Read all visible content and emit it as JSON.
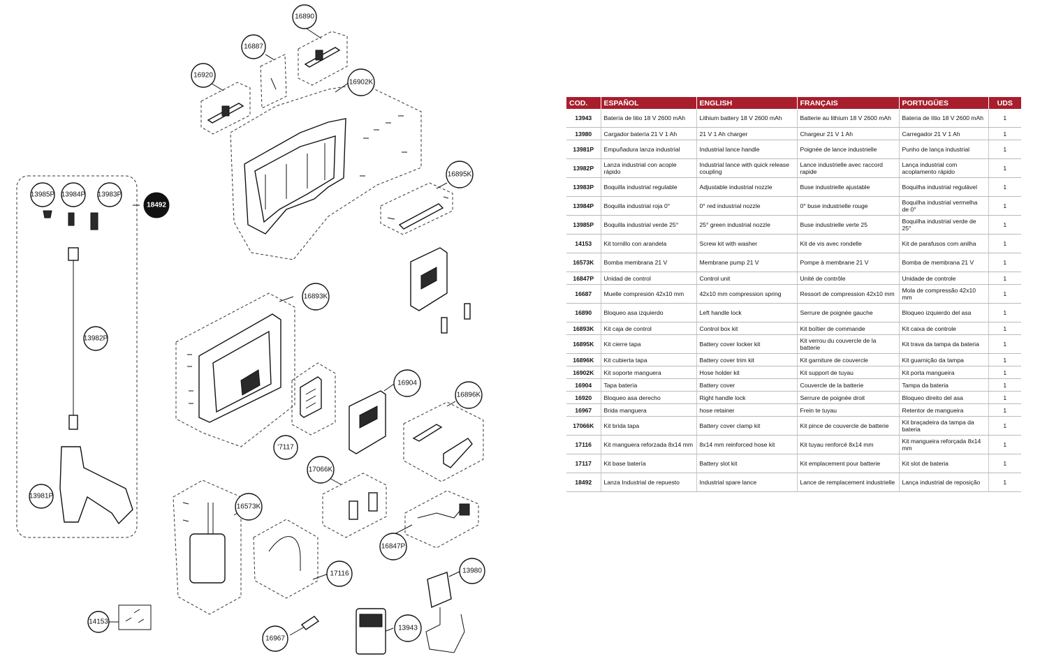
{
  "table": {
    "headers": [
      "COD.",
      "ESPAÑOL",
      "ENGLISH",
      "FRANÇAIS",
      "PORTUGÜES",
      "UDS"
    ],
    "rows": [
      [
        "13943",
        "Batería de litio 18 V 2600 mAh",
        " Lithium battery 18 V 2600 mAh",
        "Batterie au lithium 18 V 2600 mAh",
        "Bateria de lítio 18 V 2600 mAh",
        "1"
      ],
      [
        "13980",
        "Cargador batería  21 V 1 Ah",
        " 21 V 1 Ah charger",
        "Chargeur 21 V 1 Ah",
        "Carregador 21 V 1 Ah",
        "1"
      ],
      [
        "13981P",
        "Empuñadura lanza industrial",
        "Industrial lance handle",
        "Poignée de lance industrielle",
        "Punho de lança industrial",
        "1"
      ],
      [
        "13982P",
        "Lanza industrial con acople rápido",
        "Industrial lance with quick release coupling",
        "Lance industrielle avec raccord rapide",
        "Lança industrial com acoplamento rápido",
        "1"
      ],
      [
        "13983P",
        "Boquilla industrial regulable",
        "Adjustable industrial nozzle",
        "Buse industrielle ajustable",
        "Boquilha industrial regulável",
        "1"
      ],
      [
        "13984P",
        "Boquilla industrial roja 0°",
        "0° red industrial nozzle",
        "0° buse industrielle rouge",
        "Boquilha industrial vermelha de 0°",
        "1"
      ],
      [
        "13985P",
        "Boquilla industrial verde 25°",
        "25° green industrial nozzle",
        "Buse industrielle verte 25",
        "Boquilha industrial verde de 25°",
        "1"
      ],
      [
        "14153",
        "Kit tornillo con arandela",
        "Screw kit with washer",
        "Kit de vis avec rondelle",
        "Kit de parafusos com anilha",
        "1"
      ],
      [
        "16573K",
        "Bomba membrana 21 V",
        "Membrane pump 21 V",
        "Pompe à membrane 21 V",
        "Bomba de membrana 21 V",
        "1"
      ],
      [
        "16847P",
        "Unidad de control",
        "Control unit",
        "Unité de contrôle",
        "Unidade de controle",
        "1"
      ],
      [
        "16687",
        "Muelle compresión 42x10 mm",
        "42x10 mm compression spring",
        "Ressort de compression 42x10 mm",
        "Mola de compressão 42x10 mm",
        "1"
      ],
      [
        "16890",
        "Bloqueo asa izquierdo",
        "Left handle lock",
        "Serrure de poignée gauche",
        "Bloqueo izquierdo del asa",
        "1"
      ],
      [
        "16893K",
        "Kit caja de control",
        "Control box kit",
        "Kit boîtier de commande",
        "Kit caixa de controle",
        "1"
      ],
      [
        "16895K",
        "Kit cierre tapa",
        "Battery cover locker kit",
        "Kit verrou du couvercle de la batterie",
        "Kit trava da tampa da bateria",
        "1"
      ],
      [
        "16896K",
        "Kit cubierta tapa",
        "Battery cover trim kit",
        "Kit garniture de couvercle",
        "Kit guarnição da tampa",
        "1"
      ],
      [
        "16902K",
        "Kit soporte manguera",
        "Hose holder kit",
        "Kit support de tuyau",
        "Kit porta mangueira",
        "1"
      ],
      [
        "16904",
        "Tapa batería",
        "Battery cover",
        "Couvercle de la batterie",
        "Tampa da bateria",
        "1"
      ],
      [
        "16920",
        "Bloqueo asa derecho",
        "Right handle lock",
        "Serrure de poignée droit",
        "Bloqueo direito del asa",
        "1"
      ],
      [
        "16967",
        "Brida manguera",
        "hose retainer",
        "Frein te tuyau",
        "Retentor de mangueira",
        "1"
      ],
      [
        "17066K",
        "Kit brida tapa",
        "Battery cover clamp kit",
        "Kit pince de couvercle de batterie",
        "Kit braçadeira da tampa da bateria",
        "1"
      ],
      [
        "17116",
        "Kit manguera reforzada 8x14 mm",
        "8x14 mm reinforced hose kit",
        "Kit tuyau renforcé 8x14 mm",
        "Kit mangueira reforçada 8x14 mm",
        "1"
      ],
      [
        "17117",
        "Kit base batería",
        "Battery slot kit",
        "Kit emplacement pour batterie",
        "Kit slot de bateria",
        "1"
      ],
      [
        "18492",
        "Lanza Industrial de repuesto",
        "Industrial spare lance",
        "Lance de remplacement industrielle",
        "Lança industrial de reposição",
        "1"
      ]
    ]
  },
  "callouts": {
    "c16890": "16890",
    "c16887": "16887",
    "c16920": "16920",
    "c16902K": "16902K",
    "c16895K": "16895K",
    "c13985P": "13985P",
    "c13984P": "13984P",
    "c13983P": "13983P",
    "c18492": "18492",
    "c13982P": "13982P",
    "c16893K": "16893K",
    "c16904": "16904",
    "c16896K": "16896K",
    "c7117": "'7117",
    "c17066K": "17066K",
    "c13981P": "13981P",
    "c16573K": "16573K",
    "c16847P": "16847P",
    "c17116": "17116",
    "c13980": "13980",
    "c14153": "14153",
    "c16967": "16967",
    "c13943": "13943"
  }
}
